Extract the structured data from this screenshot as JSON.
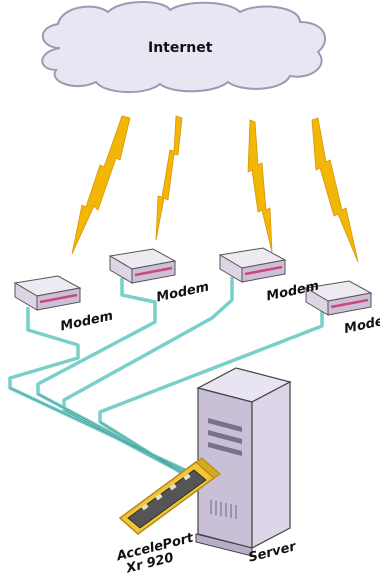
{
  "cloud": {
    "label": "Internet"
  },
  "modems": [
    {
      "label": "Modem"
    },
    {
      "label": "Modem"
    },
    {
      "label": "Modem"
    },
    {
      "label": "Mode"
    }
  ],
  "board": {
    "label_line1": "AccelePort",
    "label_line2": "Xr 920"
  },
  "server": {
    "label": "Server"
  },
  "colors": {
    "cloud_fill": "#e7e7f4",
    "cloud_outline": "#9a9ab5",
    "lightning": "#f2b705",
    "cable": "#79cfc9",
    "cable_dark": "#4e9e98",
    "modem_top": "#eeeaf2",
    "modem_front": "#cdbfd8",
    "modem_stripe": "#c94a78",
    "server_front": "#c9c0d8",
    "server_side": "#e9e4f1",
    "board_frame": "#f2c63a",
    "board_chip": "#333333"
  }
}
